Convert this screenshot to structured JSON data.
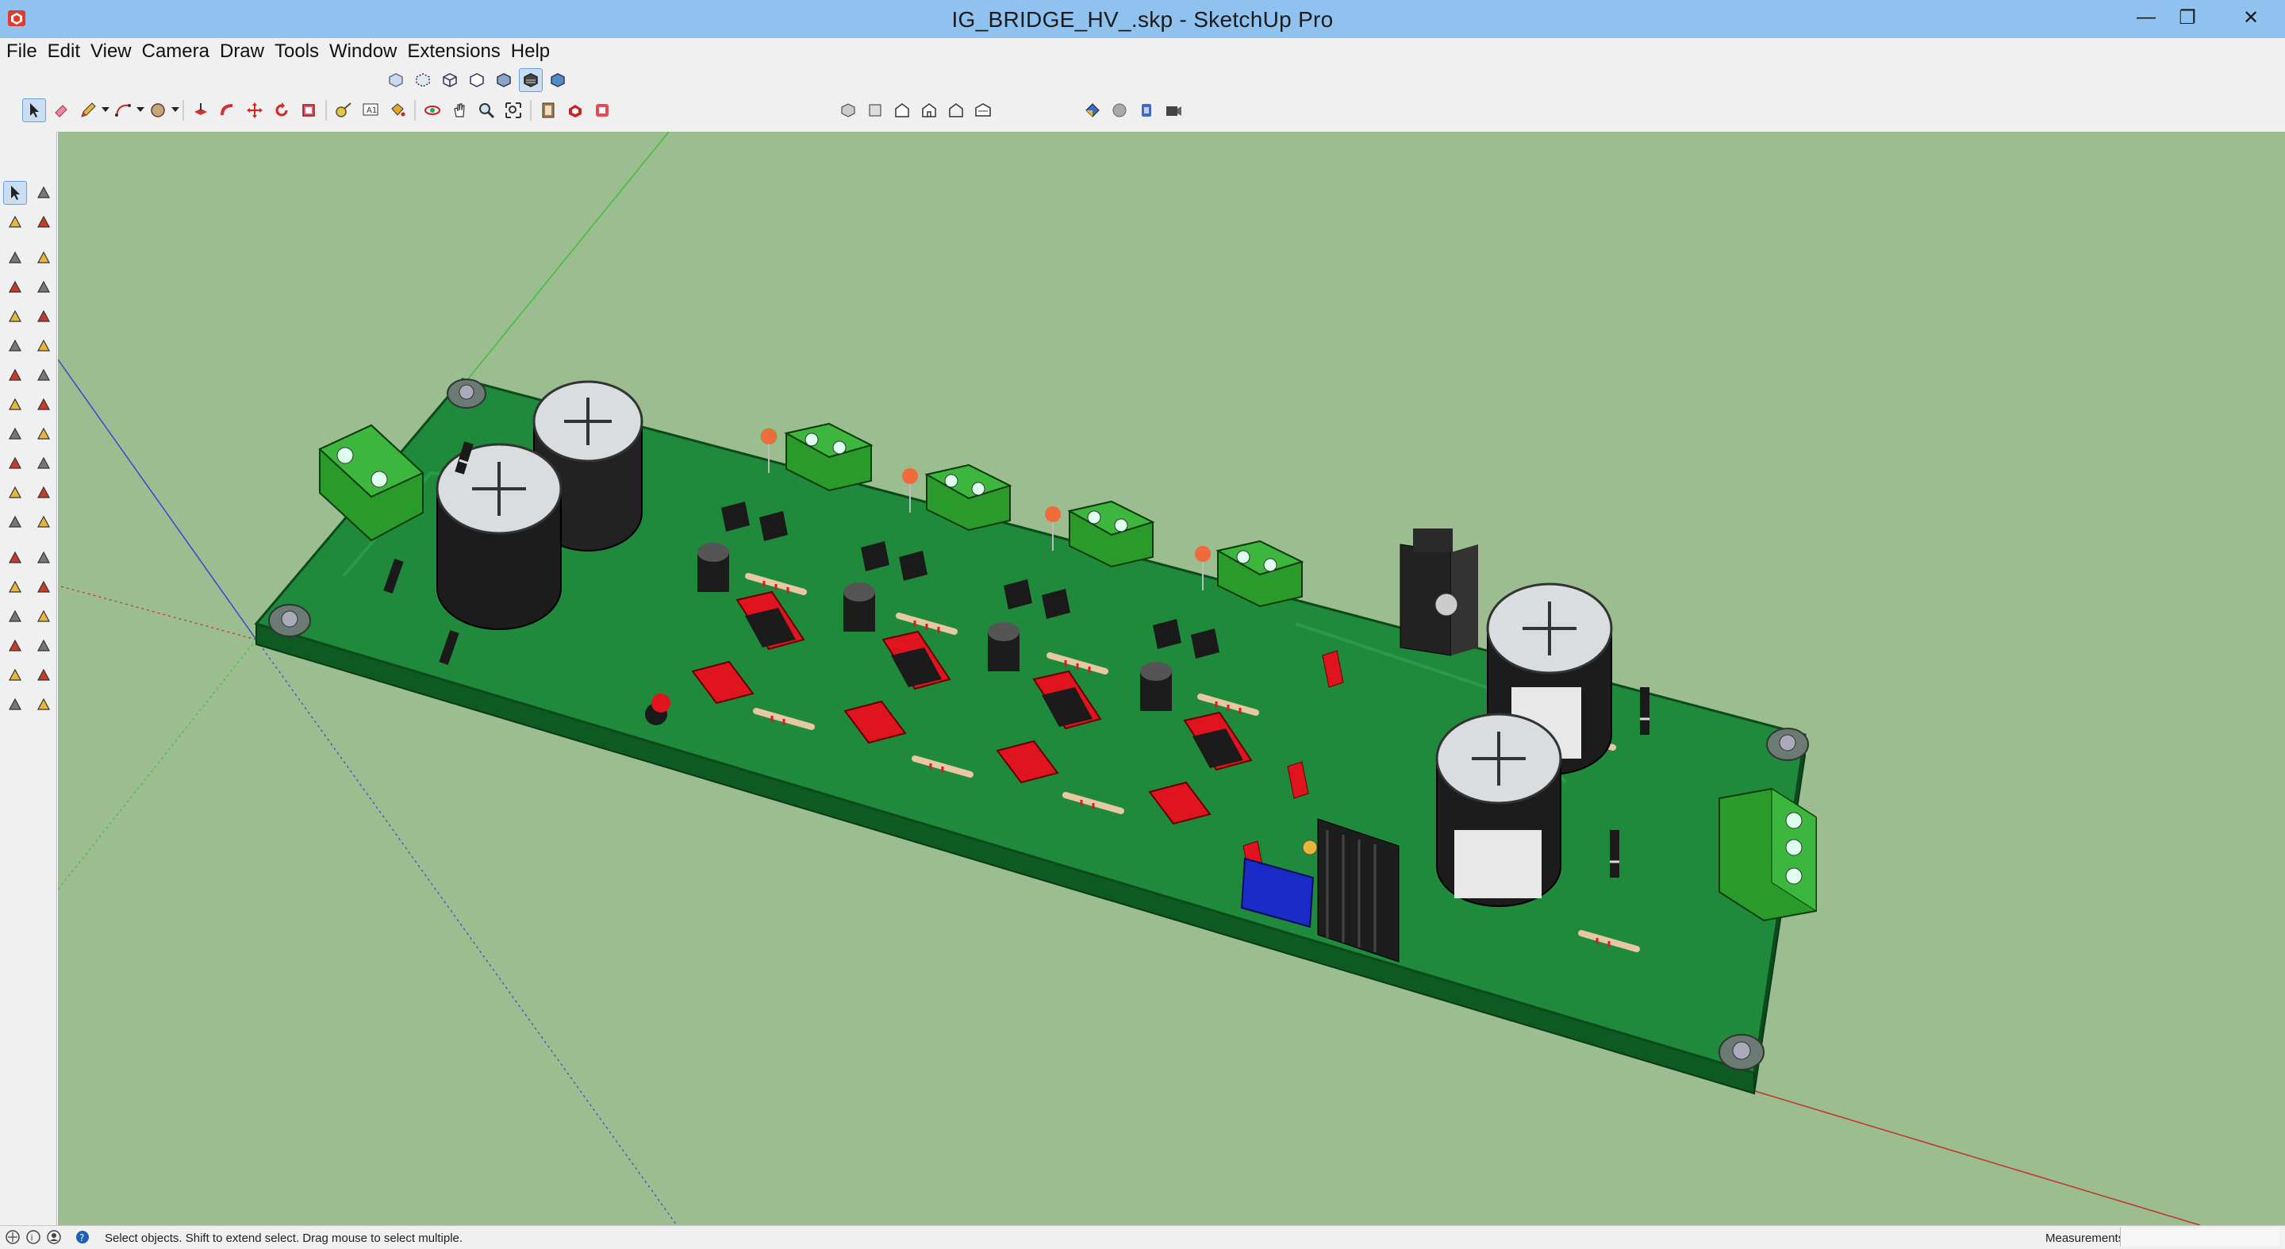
{
  "window": {
    "title": "IG_BRIDGE_HV_.skp - SketchUp Pro",
    "minimize": "—",
    "restore": "❐",
    "close": "✕"
  },
  "menu": [
    "File",
    "Edit",
    "View",
    "Camera",
    "Draw",
    "Tools",
    "Window",
    "Extensions",
    "Help"
  ],
  "toolbar_views": [
    "iso-view-icon",
    "top-view-icon",
    "front-view-icon",
    "right-view-icon",
    "back-view-icon",
    "left-view-icon",
    "bottom-view-icon"
  ],
  "toolbar_main": [
    "select-icon",
    "eraser-icon",
    "pencil-icon",
    "arc-icon",
    "shape-icon",
    "push-pull-icon",
    "follow-me-icon",
    "move-icon",
    "rotate-icon",
    "scale-icon",
    "tape-measure-icon",
    "text-icon",
    "paint-bucket-icon",
    "orbit-icon",
    "pan-icon",
    "zoom-icon",
    "zoom-extents-icon",
    "warehouse-icon",
    "extension-warehouse-icon",
    "layout-icon"
  ],
  "toolbar_styles": [
    "xray-icon",
    "back-edges-icon",
    "wireframe-icon",
    "hidden-line-icon",
    "shaded-icon",
    "shaded-textures-icon",
    "monochrome-icon"
  ],
  "toolbar_sandbox": [
    "sandbox-contours-icon",
    "sandbox-scratch-icon",
    "smoove-icon",
    "stamp-icon",
    "drape-icon",
    "add-detail-icon"
  ],
  "toolbar_misc": [
    "components-icon",
    "materials-icon",
    "styles-icon",
    "scenes-icon"
  ],
  "palette": [
    "select-icon",
    "make-component-icon",
    "paint-bucket-icon",
    "eraser-icon",
    "line-icon",
    "freehand-icon",
    "rectangle-icon",
    "rotated-rectangle-icon",
    "circle-icon",
    "polygon-icon",
    "arc-icon",
    "pie-icon",
    "2pt-arc-icon",
    "3pt-arc-icon",
    "move-icon",
    "push-pull-icon",
    "rotate-icon",
    "follow-me-icon",
    "scale-icon",
    "offset-icon",
    "tape-measure-icon",
    "dimension-icon",
    "protractor-icon",
    "text-icon",
    "axes-icon",
    "3d-text-icon",
    "orbit-icon",
    "pan-icon",
    "zoom-icon",
    "zoom-window-icon",
    "zoom-extents-icon",
    "previous-view-icon",
    "position-camera-icon",
    "look-around-icon",
    "walk-icon",
    "section-plane-icon"
  ],
  "status": {
    "hint": "Select objects. Shift to extend select. Drag mouse to select multiple.",
    "measurements_label": "Measurements",
    "measurements_value": ""
  },
  "colors": {
    "viewport": "#9bbd8f",
    "pcb": "#1f8a3c",
    "pcb_edge": "#126c2a",
    "titlebar": "#8fc2ee",
    "terminal_green": "#2aa02a",
    "chip_red": "#e0141e"
  }
}
